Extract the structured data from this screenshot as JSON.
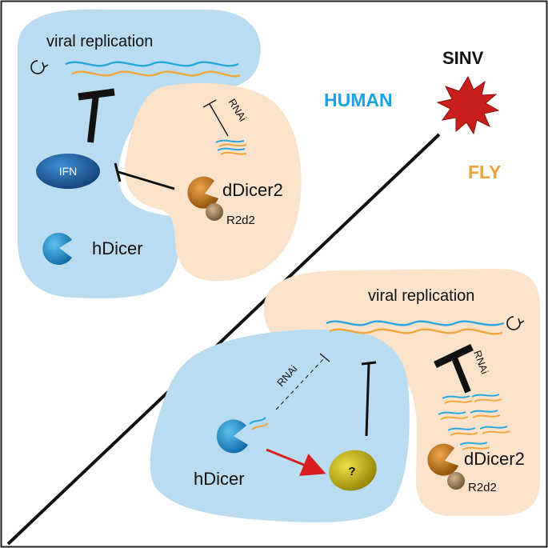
{
  "labels": {
    "human": "HUMAN",
    "fly": "FLY",
    "virus": "SINV"
  },
  "human_panel": {
    "viral_replication": "viral replication",
    "ifn": "IFN",
    "hdicer": "hDicer",
    "rnai": "RNAi",
    "ddicer2": "dDicer2",
    "r2d2": "R2d2"
  },
  "fly_panel": {
    "viral_replication": "viral replication",
    "rnai_left": "RNAi",
    "rnai_right": "RNAi",
    "hdicer": "hDicer",
    "unknown": "?",
    "ddicer2": "dDicer2",
    "r2d2": "R2d2"
  },
  "colors": {
    "human_bg": "#b9dcf1",
    "fly_bg": "#fbe3cb",
    "rna_blue": "#2aa6df",
    "rna_orange": "#f1a53a",
    "ifn": "#1c5a9c",
    "hdicer": "#1f8fcf",
    "ddicer2": "#cf7c19",
    "r2d2": "#a8855c",
    "unknown": "#c9b800",
    "virus": "#c81e1e",
    "arrow": "#d81e1e",
    "human_text": "#1aa3e2",
    "fly_text": "#f0a23a"
  }
}
